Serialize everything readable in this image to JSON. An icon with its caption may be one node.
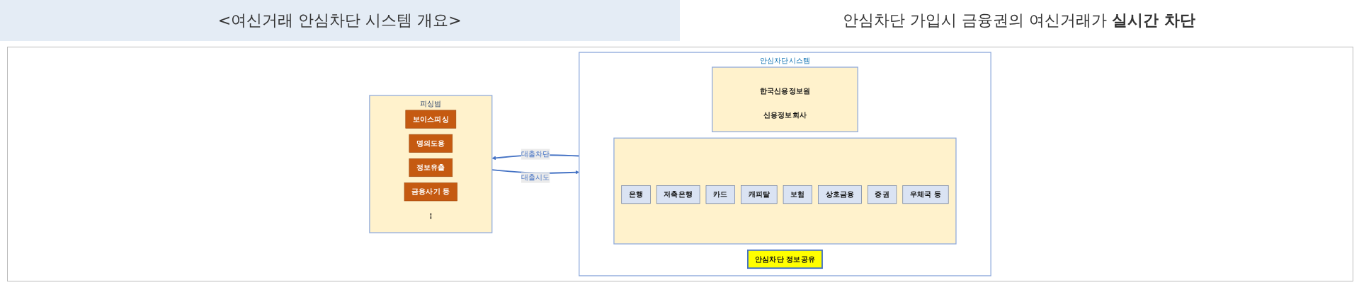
{
  "diagram": {
    "title": "<여신거래 안심차단 시스템 개요>",
    "nodes": [
      {
        "text": [
          "피싱범"
        ]
      },
      {
        "text": [
          "보이스피싱"
        ],
        "in": 0
      },
      {
        "text": [
          "명의도용"
        ],
        "in": 0
      },
      {
        "text": [
          "정보유출"
        ],
        "in": 0
      },
      {
        "text": [
          "금융사기 등"
        ],
        "in": 0
      },
      {
        "text": [
          "⋮"
        ],
        "in": 0
      },
      {
        "text": [
          "안심차단시스템"
        ]
      },
      {
        "text": [],
        "shape": "box",
        "in": 6
      },
      {
        "text": [
          "은행"
        ],
        "in": 7
      },
      {
        "text": [
          "저축은행"
        ],
        "in": 7
      },
      {
        "text": [
          "카드"
        ],
        "in": 7
      },
      {
        "text": [
          "캐피탈"
        ],
        "in": 7
      },
      {
        "text": [
          "보험"
        ],
        "in": 7
      },
      {
        "text": [
          "상호금융"
        ],
        "in": 7
      },
      {
        "text": [
          "증권"
        ],
        "in": 7
      },
      {
        "text": [
          "우체국 등"
        ],
        "in": 7
      },
      {
        "text": [
          "안심차단 정보공유"
        ],
        "in": 6
      },
      {
        "text": [],
        "shape": "box",
        "in": 6
      },
      {
        "text": [
          "한국신용정보원"
        ],
        "in": 17
      },
      {
        "text": [
          "신용정보회사"
        ],
        "in": 17
      }
    ],
    "edges": [
      {
        "from": 0,
        "to": 6,
        "arrow": "to",
        "label": "대출시도"
      },
      {
        "from": 6,
        "to": 0,
        "arrow": "to",
        "label": "대출차단"
      }
    ],
    "labels": [
      "안심차단 가입시 금융권의 여신거래가 **실시간 차단**"
    ]
  }
}
